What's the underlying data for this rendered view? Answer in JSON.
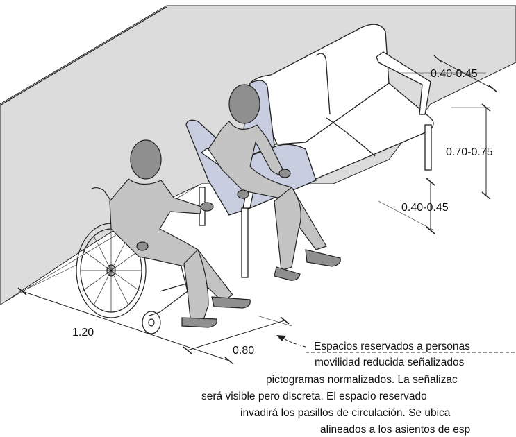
{
  "dimensions": {
    "armrest_depth": "0.40-0.45",
    "armrest_height": "0.70-0.75",
    "seat_height": "0.40-0.45",
    "space_length": "1.20",
    "space_width": "0.80"
  },
  "note": {
    "lines": [
      "Espacios reservados a personas",
      "movilidad reducida señalizados",
      "pictogramas normalizados. La señalizac",
      "será visible pero discreta. El espacio reservado",
      "invadirá los pasillos de circulación. Se ubica",
      "alineados a los asientos de esp"
    ]
  },
  "colors": {
    "wall": "#dcdcdc",
    "floor": "#ffffff",
    "bench": "#ffffff",
    "seat_highlight": "#c9cde0",
    "figure_standing": "#c4c4c4",
    "figure_head": "#8f8f8f",
    "line": "#222222"
  }
}
